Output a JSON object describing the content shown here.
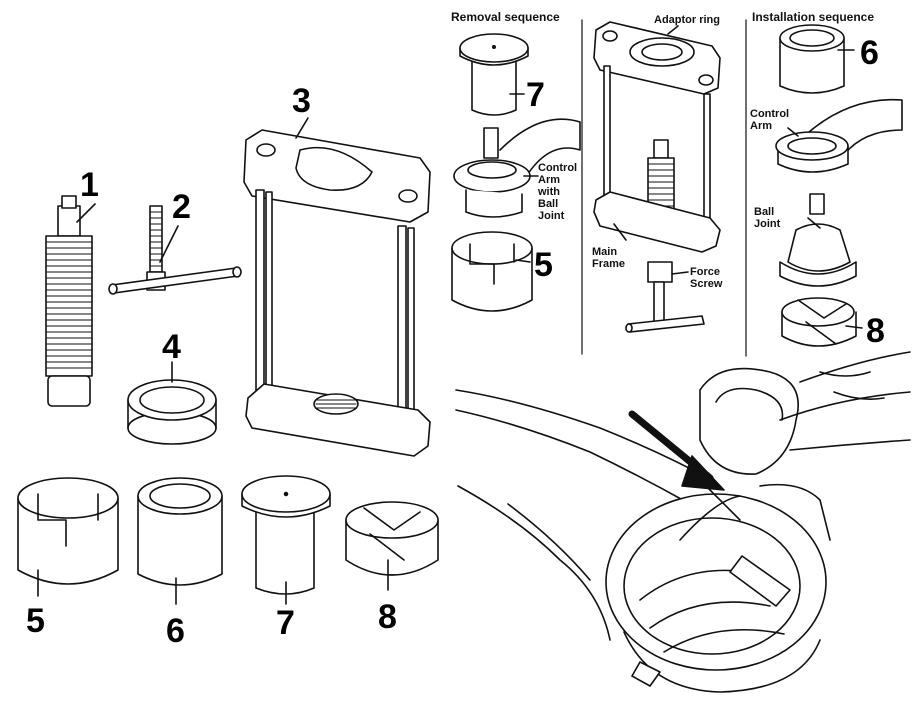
{
  "parts": {
    "p1": "1",
    "p2": "2",
    "p3": "3",
    "p4": "4",
    "p5": "5",
    "p6": "6",
    "p7": "7",
    "p8": "8"
  },
  "removal": {
    "title": "Removal sequence",
    "num7": "7",
    "num5": "5",
    "control_arm_ball_joint": "Control\nArm\nwith\nBall\nJoint"
  },
  "assembly": {
    "adaptor_ring": "Adaptor ring",
    "main_frame": "Main\nFrame",
    "force_screw": "Force\nScrew"
  },
  "installation": {
    "title": "Installation sequence",
    "num6": "6",
    "num8": "8",
    "control_arm": "Control\nArm",
    "ball_joint": "Ball\nJoint"
  },
  "colors": {
    "line": "#111111",
    "background": "#ffffff",
    "fill": "#ffffff"
  }
}
